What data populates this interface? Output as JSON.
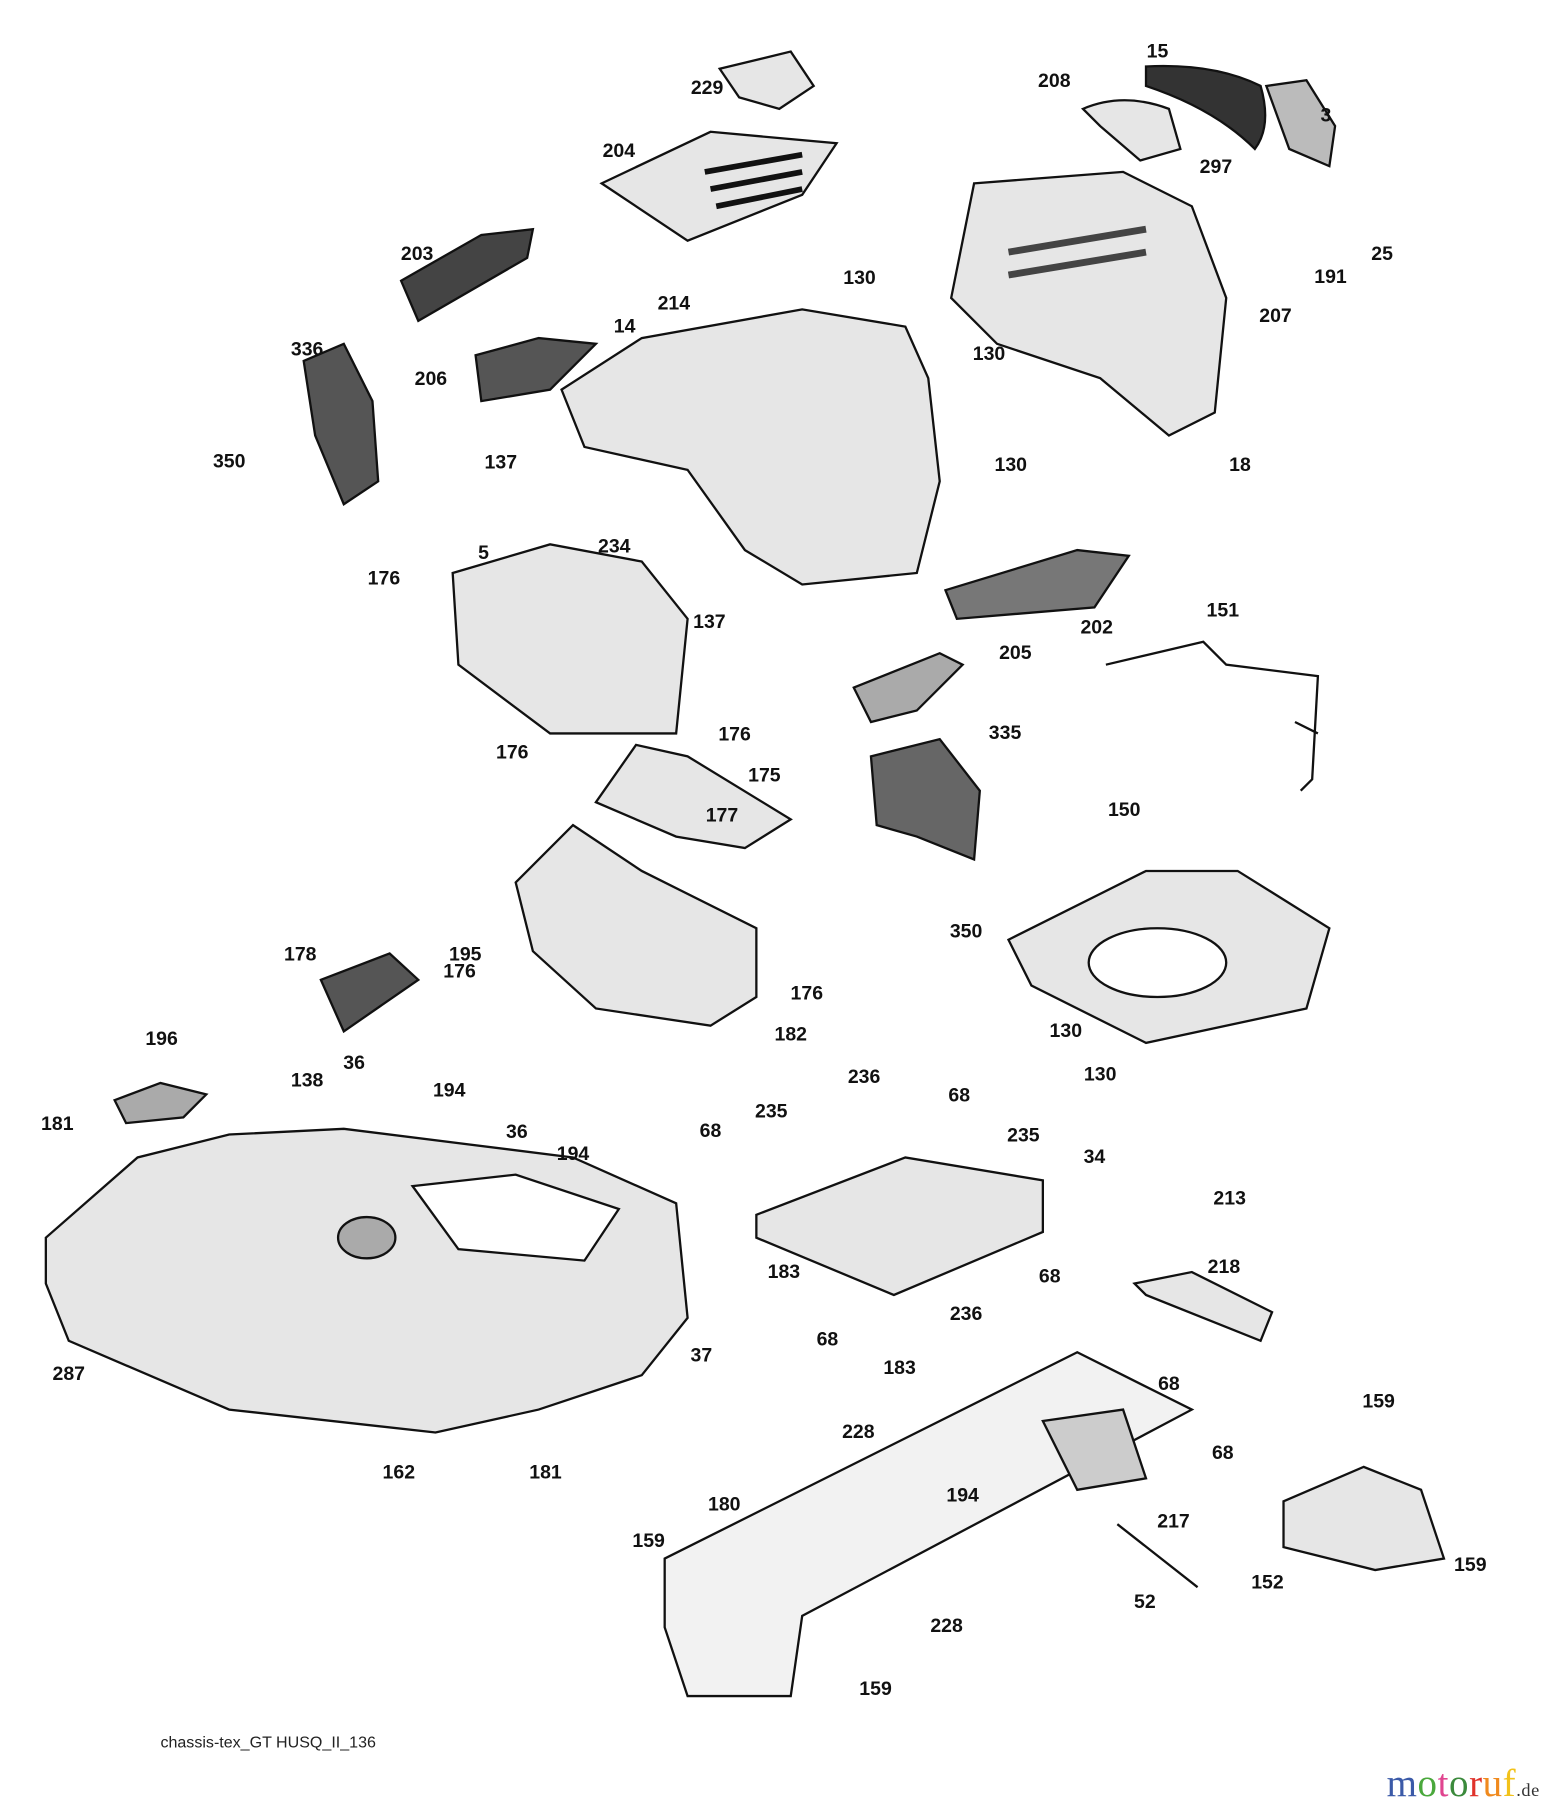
{
  "diagram_title": "chassis-tex_GT HUSQ_II_136",
  "watermark": {
    "text": "motoruf",
    "suffix": ".de",
    "colors": [
      "#3b5aa8",
      "#4aa83c",
      "#e0458f",
      "#3b8a3c",
      "#e0322b",
      "#f08a1e",
      "#f2c21a"
    ]
  },
  "labels": [
    "229",
    "15",
    "208",
    "3",
    "297",
    "204",
    "25",
    "191",
    "207",
    "203",
    "214",
    "130",
    "14",
    "130",
    "336",
    "206",
    "350",
    "137",
    "130",
    "18",
    "234",
    "5",
    "176",
    "137",
    "202",
    "151",
    "205",
    "176",
    "176",
    "335",
    "175",
    "177",
    "150",
    "350",
    "178",
    "195",
    "176",
    "176",
    "130",
    "182",
    "196",
    "130",
    "36",
    "138",
    "236",
    "194",
    "235",
    "68",
    "36",
    "181",
    "68",
    "235",
    "194",
    "34",
    "213",
    "218",
    "183",
    "68",
    "236",
    "68",
    "183",
    "37",
    "287",
    "68",
    "228",
    "159",
    "68",
    "162",
    "181",
    "194",
    "180",
    "217",
    "159",
    "152",
    "159",
    "52",
    "228",
    "159"
  ]
}
